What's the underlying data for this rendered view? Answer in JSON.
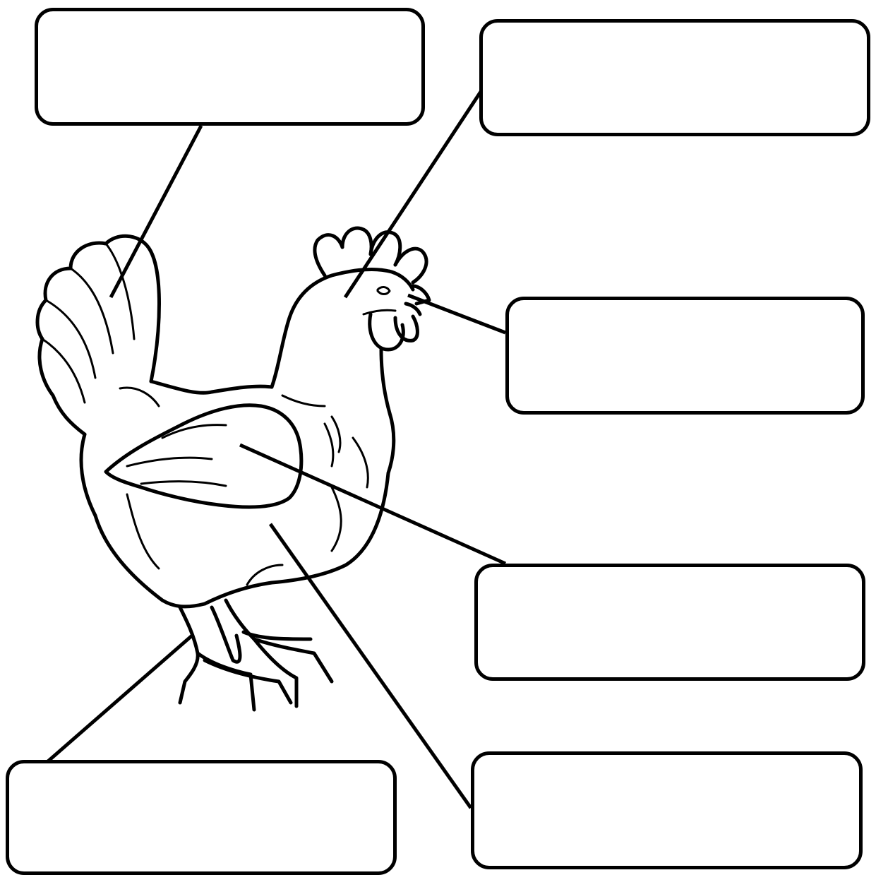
{
  "worksheet": {
    "labels": [
      {
        "id": "tail",
        "text": ""
      },
      {
        "id": "comb",
        "text": ""
      },
      {
        "id": "beak",
        "text": ""
      },
      {
        "id": "wing",
        "text": ""
      },
      {
        "id": "body",
        "text": ""
      },
      {
        "id": "feet",
        "text": ""
      }
    ]
  },
  "colors": {
    "stroke": "#000000",
    "background": "#ffffff"
  }
}
